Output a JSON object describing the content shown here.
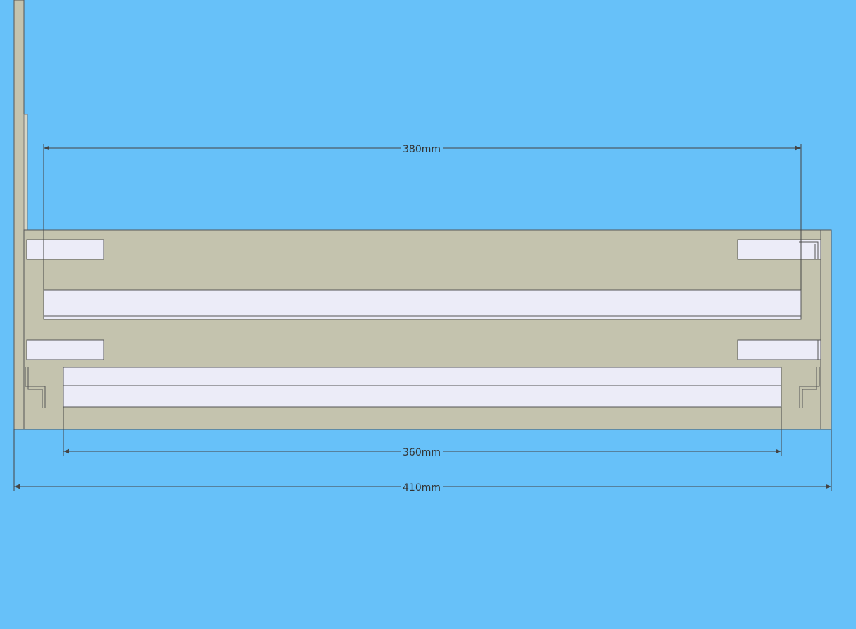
{
  "colors": {
    "background": "#67c1f9",
    "body": "#c4c3ae",
    "rail": "#ececf8",
    "edge": "#555555",
    "dimension": "#444444"
  },
  "dimensions": {
    "top_width": "380mm",
    "inner_width": "360mm",
    "overall_width": "410mm"
  }
}
